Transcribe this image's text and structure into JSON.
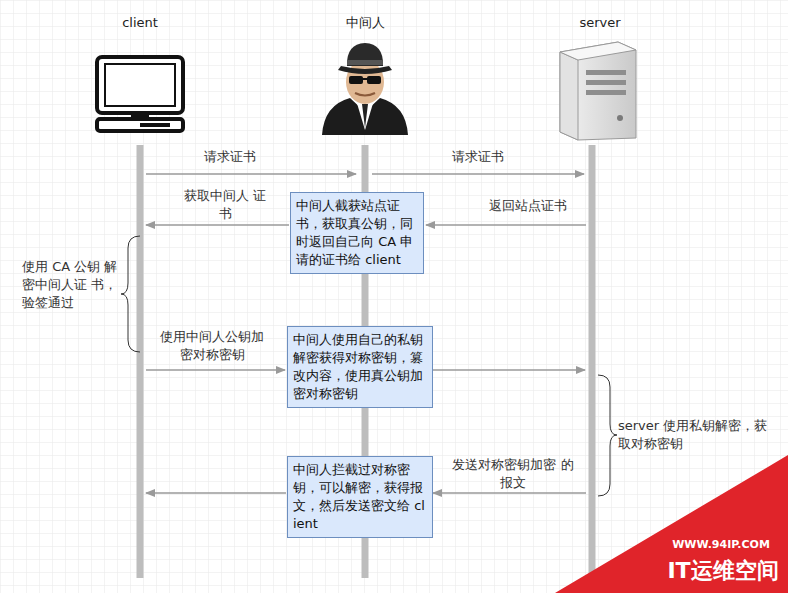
{
  "diagram": {
    "nodes": [
      {
        "text": [
          "中间人截获站点证 书，获取真公钥，同 时返回自己向 CA 申 请的证书给 client"
        ]
      },
      {
        "text": [
          "中间人使用自己的私钥 解密获得对称密钥，篡 改内容，使用真公钥加 密对称密钥"
        ]
      },
      {
        "text": [
          "中间人拦截过对称密 钥，可以解密，获得报 文，然后发送密文给 client"
        ]
      }
    ],
    "labels": [
      "client",
      "中间人",
      "server",
      "请求证书",
      "请求证书",
      "获取中间人 证书",
      "返回站点证书",
      "使用 CA 公钥 解密中间人证 书，验签通过",
      "使用中间人公钥加 密对称密钥",
      "server 使用私钥解密，获 取对称密钥",
      "发送对称密钥加密 的报文",
      "WWW.94IP.COM",
      "IT运维空间"
    ]
  }
}
